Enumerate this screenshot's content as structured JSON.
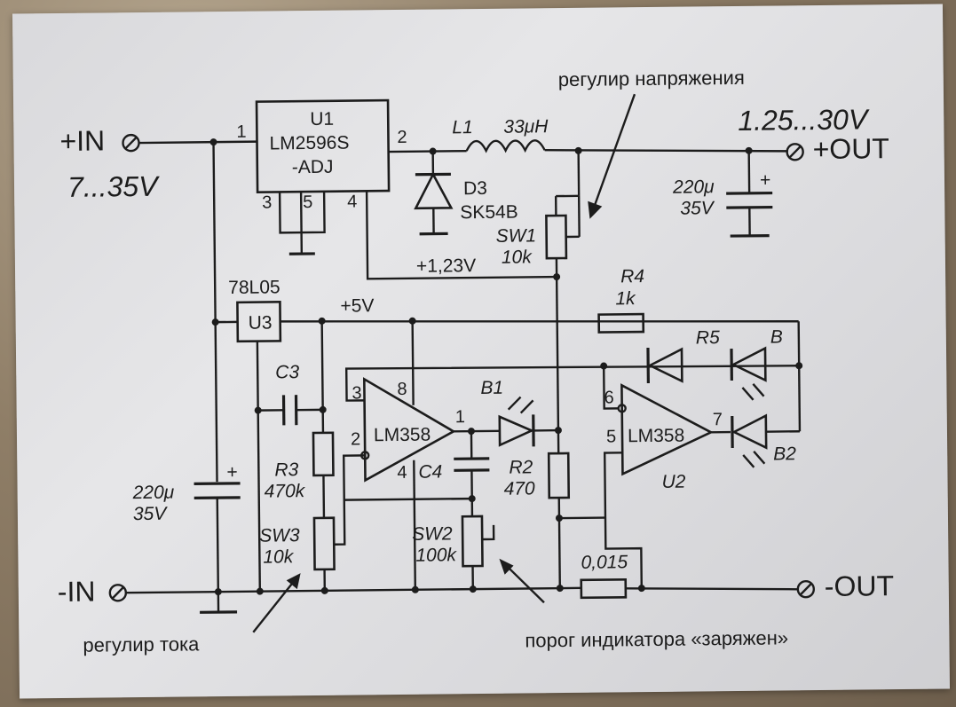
{
  "input": {
    "plus": "+IN",
    "minus": "-IN",
    "voltage": "7...35V"
  },
  "output": {
    "plus": "+OUT",
    "minus": "-OUT",
    "voltage": "1.25...30V"
  },
  "u1": {
    "name": "U1",
    "part": "LM2596S",
    "part2": "-ADJ",
    "pins": [
      "1",
      "2",
      "3",
      "5",
      "4"
    ]
  },
  "l1": {
    "name": "L1",
    "value": "33μH"
  },
  "d3": {
    "name": "D3",
    "part": "SK54B"
  },
  "c_out": {
    "value": "220μ",
    "voltage": "35V",
    "plus": "+"
  },
  "c_in": {
    "value": "220μ",
    "voltage": "35V",
    "plus": "+"
  },
  "sw1": {
    "name": "SW1",
    "value": "10k"
  },
  "vref": "+1,23V",
  "u3": {
    "part": "78L05",
    "name": "U3",
    "rail": "+5V"
  },
  "r4": {
    "name": "R4",
    "value": "1k"
  },
  "r5": {
    "name": "R5"
  },
  "led_b": "B",
  "c3": {
    "name": "C3"
  },
  "u2a": {
    "part": "LM358",
    "pins": [
      "3",
      "8",
      "2",
      "4",
      "1"
    ]
  },
  "b1": "B1",
  "u2b": {
    "part": "LM358",
    "name": "U2",
    "pins": [
      "6",
      "5",
      "7"
    ]
  },
  "b2": "B2",
  "r3": {
    "name": "R3",
    "value": "470k"
  },
  "c4": {
    "name": "C4"
  },
  "r2": {
    "name": "R2",
    "value": "470"
  },
  "sw3": {
    "name": "SW3",
    "value": "10k"
  },
  "sw2": {
    "name": "SW2",
    "value": "100k"
  },
  "shunt": {
    "value": "0,015"
  },
  "notes": {
    "voltage_adj": "регулир напряжения",
    "current_adj": "регулир тока",
    "charged_threshold": "порог индикатора «заряжен»"
  }
}
